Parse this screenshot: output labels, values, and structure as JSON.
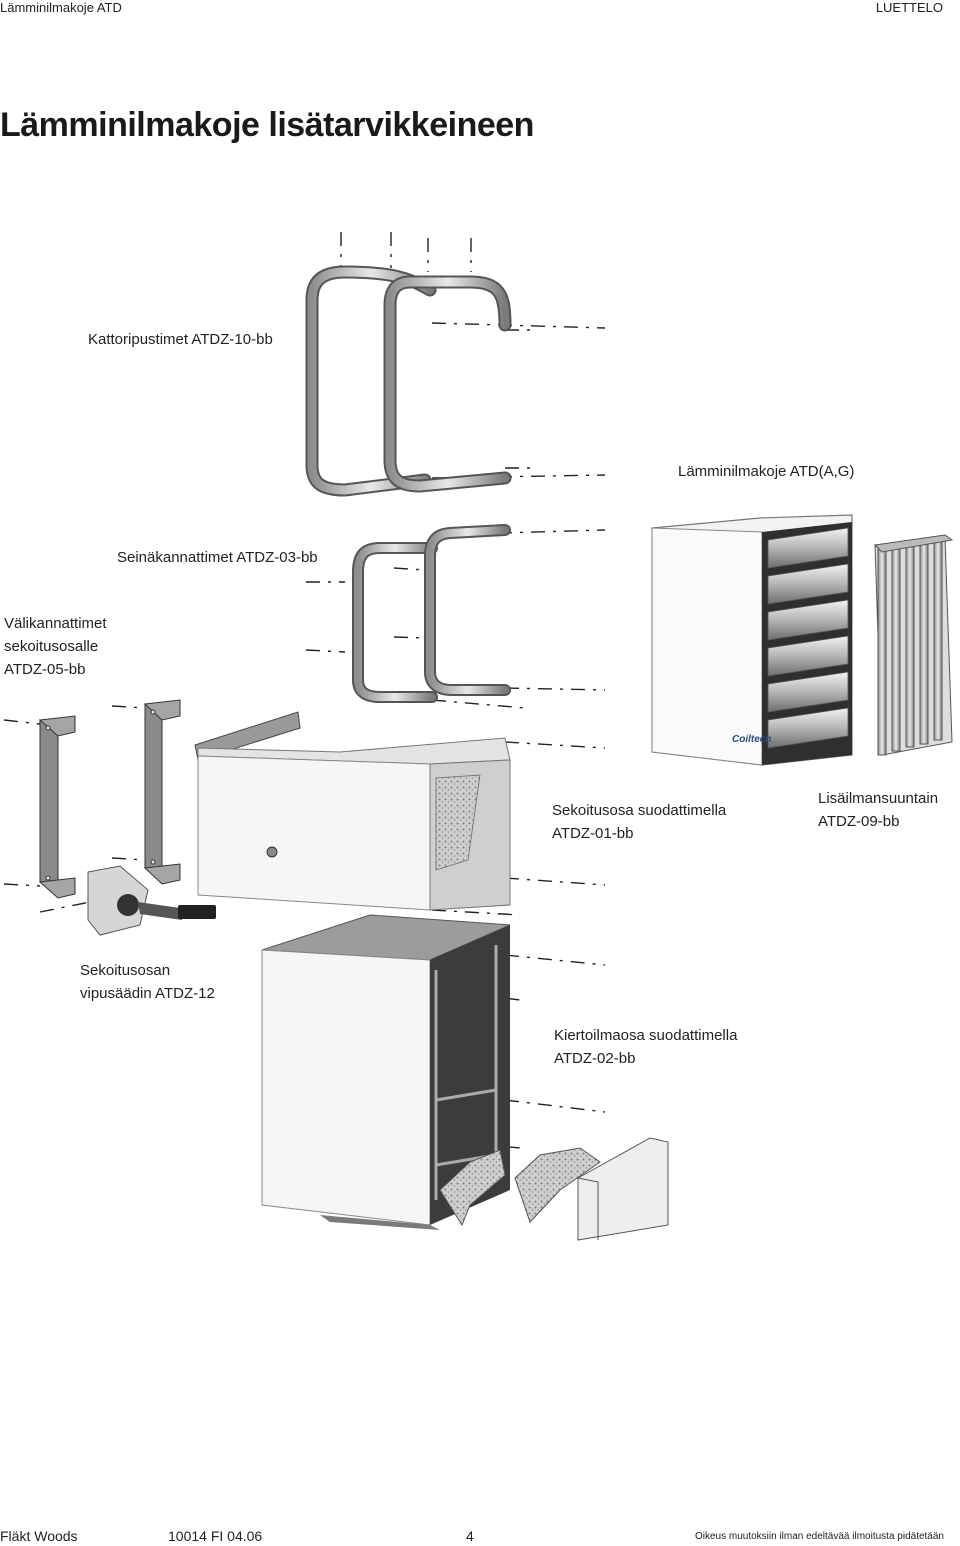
{
  "header": {
    "left": "Lämminilmakoje ATD",
    "right": "LUETTELO"
  },
  "title": "Lämminilmakoje lisätarvikkeineen",
  "labels": {
    "ceiling_hangers": "Kattoripustimet ATDZ-10-bb",
    "heater": "Lämminilmakoje ATD(A,G)",
    "wall_brackets": "Seinäkannattimet ATDZ-03-bb",
    "intermediate_line1": "Välikannattimet",
    "intermediate_line2": "sekoitusosalle",
    "intermediate_line3": "ATDZ-05-bb",
    "mixing_line1": "Sekoitusosa suodattimella",
    "mixing_line2": "ATDZ-01-bb",
    "directional_line1": "Lisäilmansuuntain",
    "directional_line2": "ATDZ-09-bb",
    "lever_line1": "Sekoitusosan",
    "lever_line2": "vipusäädin ATDZ-12",
    "recirc_line1": "Kiertoilmaosa suodattimella",
    "recirc_line2": "ATDZ-02-bb",
    "brand_logo": "Coiltech"
  },
  "footer": {
    "company": "Fläkt Woods",
    "doc_code": "10014 FI 04.06",
    "page": "4",
    "notice": "Oikeus muutoksiin ilman edeltävää ilmoitusta pidätetään"
  }
}
